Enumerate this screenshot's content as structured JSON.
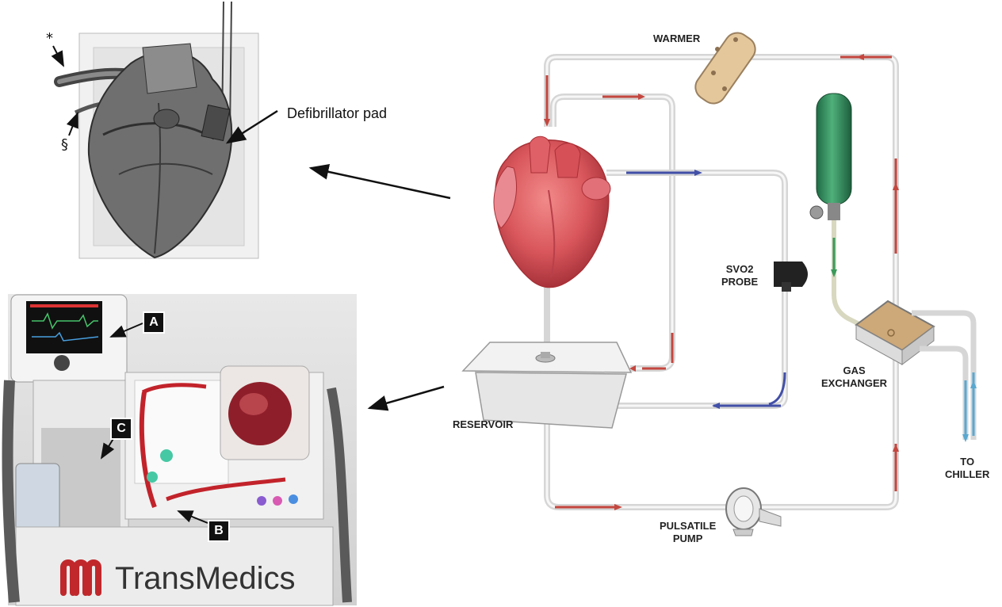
{
  "heart_illustration": {
    "annotation_label": "Defibrillator pad",
    "marker_asterisk": "*",
    "marker_section": "§"
  },
  "device_photo": {
    "callouts": [
      "A",
      "B",
      "C"
    ],
    "brand_name": "TransMedics"
  },
  "circuit": {
    "warmer": "WARMER",
    "svo2_line1": "SVO2",
    "svo2_line2": "PROBE",
    "gas_line1": "GAS",
    "gas_line2": "EXCHANGER",
    "reservoir": "RESERVOIR",
    "pump_line1": "PULSATILE",
    "pump_line2": "PUMP",
    "chiller_line1": "TO",
    "chiller_line2": "CHILLER"
  },
  "colors": {
    "arterial_red": "#c4473f",
    "venous_blue": "#4250a8",
    "oxygen_green": "#2e8b57",
    "tubing_gray": "#c8c8c8",
    "brand_red": "#c0282c"
  }
}
